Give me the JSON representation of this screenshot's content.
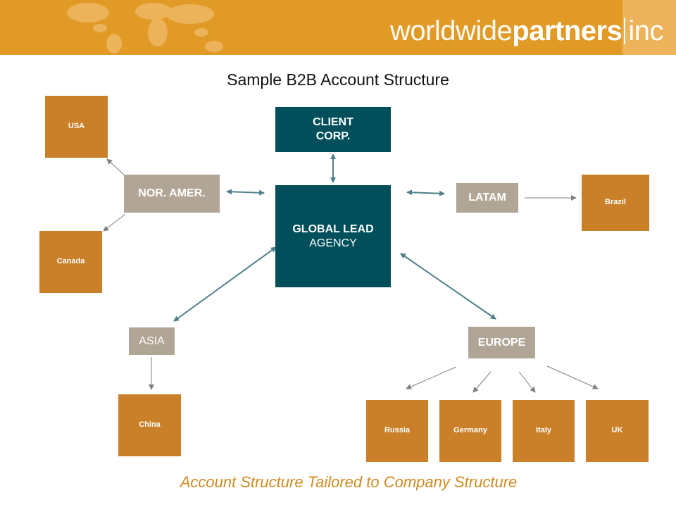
{
  "header": {
    "logo_light": "worldwide",
    "logo_bold": "partners",
    "logo_suffix": "inc"
  },
  "title": "Sample B2B Account Structure",
  "subtitle": "Account Structure Tailored to Company Structure",
  "nodes": {
    "client": {
      "line1": "CLIENT",
      "line2": "CORP."
    },
    "global": {
      "line1": "GLOBAL LEAD",
      "line2": "AGENCY"
    },
    "nor_amer": "NOR. AMER.",
    "latam": "LATAM",
    "asia": "ASIA",
    "europe": "EUROPE",
    "usa": "USA",
    "canada": "Canada",
    "brazil": "Brazil",
    "china": "China",
    "russia": "Russia",
    "germany": "Germany",
    "italy": "Italy",
    "uk": "UK"
  },
  "colors": {
    "banner": "#E09A25",
    "teal": "#004F5A",
    "taupe": "#B1A595",
    "orange": "#C98029",
    "subtitle": "#D08A22",
    "arrow_blue": "#4F7F8A",
    "arrow_gray": "#808080"
  }
}
